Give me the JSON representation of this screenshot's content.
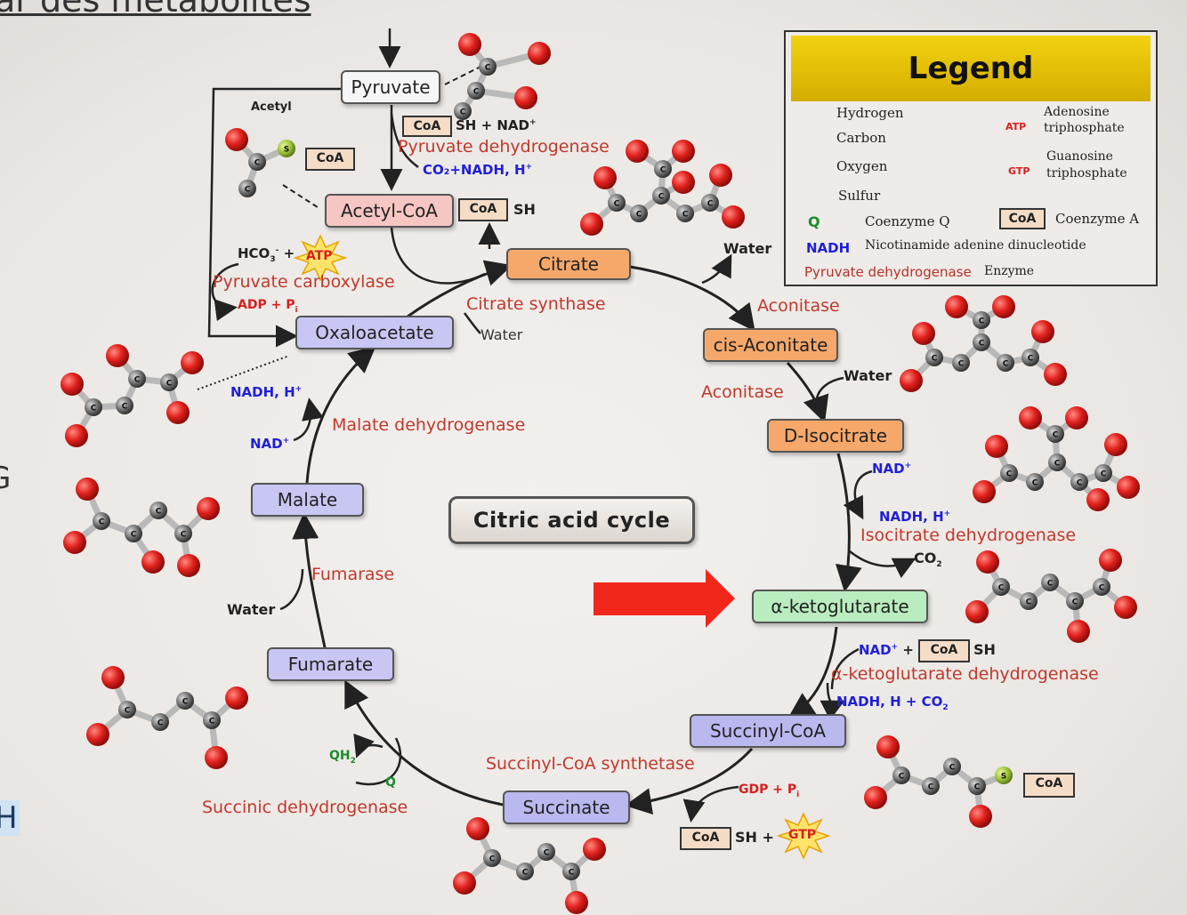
{
  "header": {
    "title_fragment": "ar des métabolites",
    "edge_letter_left": "G",
    "edge_letter_bottom": "H"
  },
  "metabolites": {
    "pyruvate": "Pyruvate",
    "acetyl_coa": "Acetyl-CoA",
    "citrate": "Citrate",
    "cis_aconitate": "cis-Aconitate",
    "d_isocitrate": "D-Isocitrate",
    "alpha_ketoglutarate": "α-ketoglutarate",
    "succinyl_coa": "Succinyl-CoA",
    "succinate": "Succinate",
    "fumarate": "Fumarate",
    "malate": "Malate",
    "oxaloacetate": "Oxaloacetate"
  },
  "center_label": "Citric acid cycle",
  "enzymes": {
    "pyruvate_dehydrogenase": "Pyruvate dehydrogenase",
    "pyruvate_carboxylase": "Pyruvate carboxylase",
    "citrate_synthase": "Citrate synthase",
    "aconitase_1": "Aconitase",
    "aconitase_2": "Aconitase",
    "isocitrate_dehydrogenase": "Isocitrate dehydrogenase",
    "akg_dehydrogenase": "α-ketoglutarate dehydrogenase",
    "succinyl_coa_synthetase": "Succinyl-CoA synthetase",
    "succinic_dehydrogenase": "Succinic dehydrogenase",
    "fumarase": "Fumarase",
    "malate_dehydrogenase": "Malate dehydrogenase"
  },
  "cofactors": {
    "acetyl": "Acetyl",
    "coa": "CoA",
    "sh": "SH",
    "sh_plus_nad": "SH + NAD",
    "plus_sign": "+",
    "co2_nadh": "CO₂+NADH, H",
    "water": "Water",
    "hco3": "HCO",
    "adp_pi": "ADP + P",
    "nad": "NAD",
    "nadh_h": "NADH, H",
    "co2": "CO",
    "nad_plus": "NAD",
    "nadh_h_co2": "NADH, H + CO",
    "gdp_pi": "GDP + P",
    "sh_plus": "SH +",
    "q": "Q",
    "qh2": "QH",
    "atp": "ATP",
    "gtp": "GTP",
    "s": "S",
    "c": "C"
  },
  "legend": {
    "title": "Legend",
    "hydrogen": "Hydrogen",
    "carbon": "Carbon",
    "oxygen": "Oxygen",
    "sulfur": "Sulfur",
    "coenzyme_q": "Coenzyme Q",
    "q_symbol": "Q",
    "atp_line1": "Adenosine",
    "atp_line2": "triphosphate",
    "gtp_line1": "Guanosine",
    "gtp_line2": "triphosphate",
    "coa_box": "CoA",
    "coenzyme_a": "Coenzyme A",
    "nadh_symbol": "NADH",
    "nadh_text": "Nicotinamide adenine dinucleotide",
    "enzyme_example": "Pyruvate dehydrogenase",
    "enzyme_text": "Enzyme"
  },
  "colors": {
    "oxygen": "#e0201c",
    "carbon": "#6f6f6f",
    "sulfur": "#9cc43a",
    "enzyme_text": "#b8322a",
    "cofactor_blue": "#1f1fd8",
    "arrow_red": "#f2271c",
    "legend_title_bg": "#e8c100"
  }
}
